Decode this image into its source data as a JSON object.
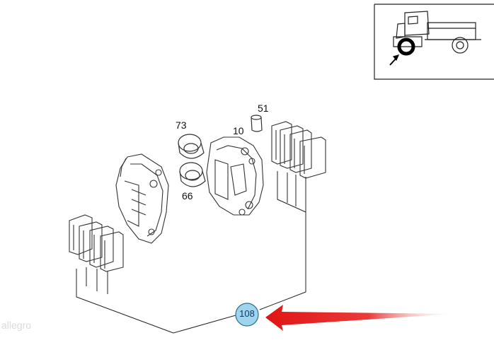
{
  "part_labels": {
    "seal_51": "51",
    "sleeve_10": "10",
    "piston_73": "73",
    "piston_66": "66"
  },
  "callout": {
    "number": "108",
    "fill_color": "#9fd4ee",
    "arrow_color": "#e01414"
  },
  "watermark": "allegro"
}
